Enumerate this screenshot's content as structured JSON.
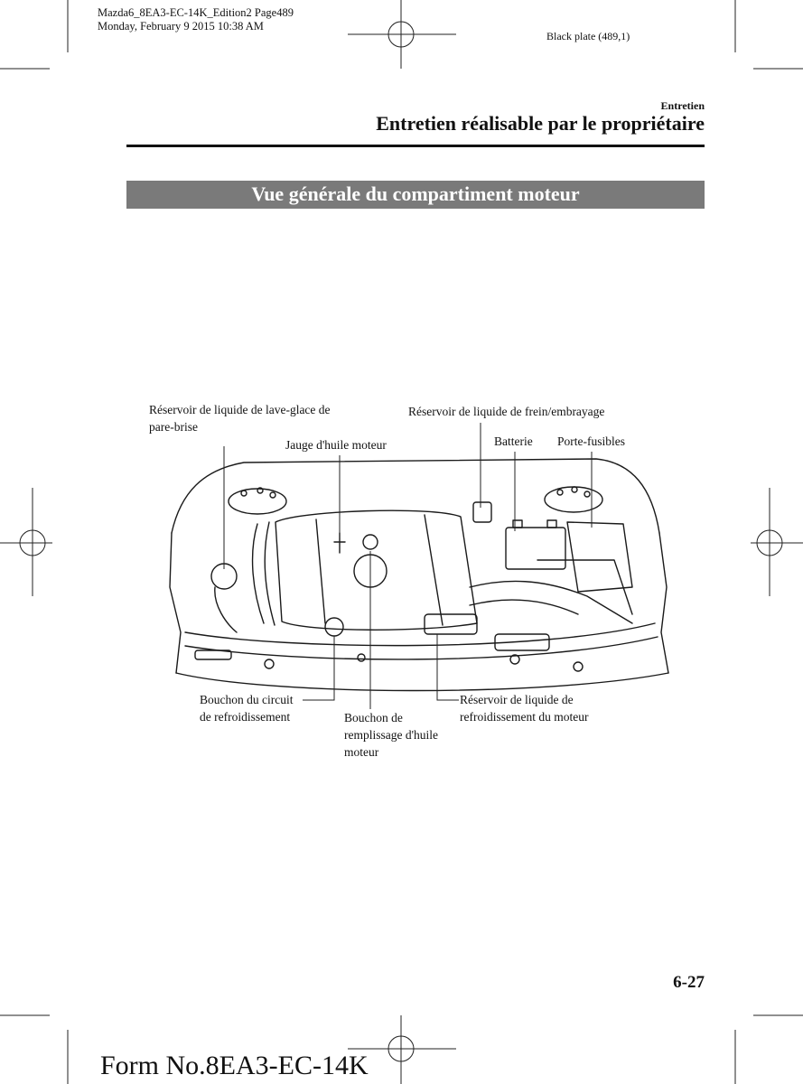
{
  "header": {
    "file_line": "Mazda6_8EA3-EC-14K_Edition2 Page489",
    "date_line": "Monday, February 9 2015 10:38 AM",
    "plate": "Black plate (489,1)"
  },
  "section": {
    "small": "Entretien",
    "title": "Entretien réalisable par le propriétaire"
  },
  "banner": "Vue générale du compartiment moteur",
  "figure": {
    "labels": {
      "washer_1": "Réservoir de liquide de lave-glace de",
      "washer_2": "pare-brise",
      "dipstick": "Jauge d'huile moteur",
      "brake": "Réservoir de liquide de frein/embrayage",
      "battery": "Batterie",
      "fuses": "Porte-fusibles",
      "radcap_1": "Bouchon du circuit",
      "radcap_2": "de refroidissement",
      "oilcap_1": "Bouchon de",
      "oilcap_2": "remplissage d'huile",
      "oilcap_3": "moteur",
      "coolant_1": "Réservoir de liquide de",
      "coolant_2": "refroidissement du moteur"
    }
  },
  "page_number": "6-27",
  "form_number": "Form No.8EA3-EC-14K"
}
